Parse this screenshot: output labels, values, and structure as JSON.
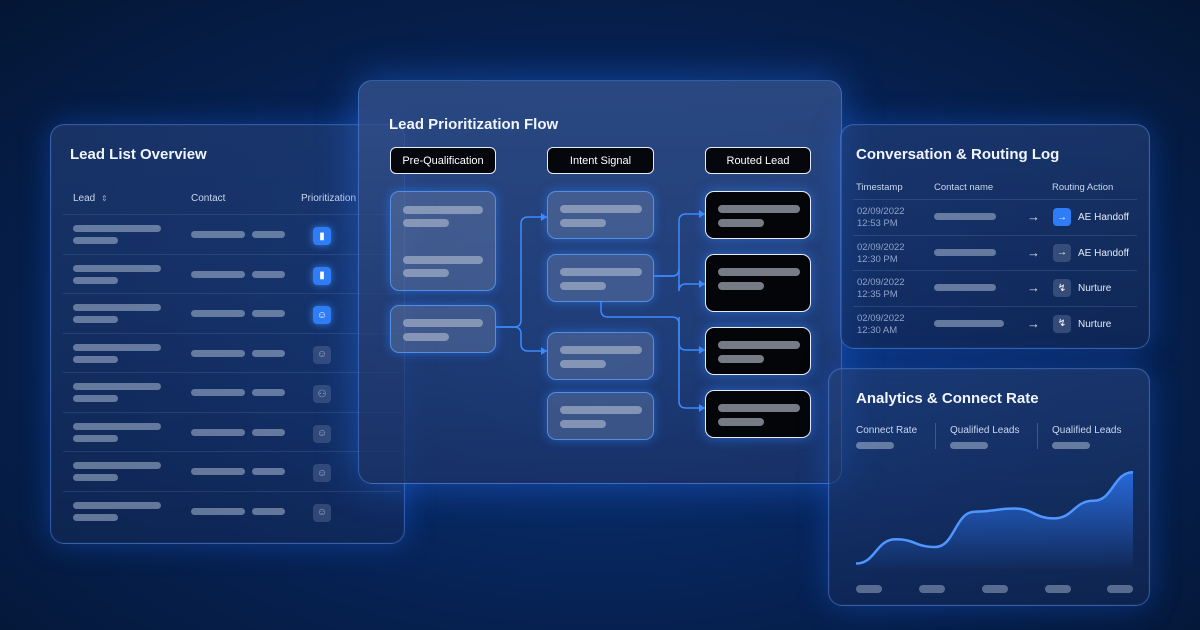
{
  "lead_list": {
    "title": "Lead List Overview",
    "columns": [
      "Lead",
      "Contact",
      "Prioritization"
    ],
    "sort_icon": "sort-arrows-icon",
    "rows": [
      {
        "priority_icon": "bar-chart-icon",
        "active": true
      },
      {
        "priority_icon": "bar-chart-icon",
        "active": true
      },
      {
        "priority_icon": "person-icon",
        "active": true
      },
      {
        "priority_icon": "person-icon",
        "active": false
      },
      {
        "priority_icon": "group-icon",
        "active": false
      },
      {
        "priority_icon": "person-icon",
        "active": false
      },
      {
        "priority_icon": "person-icon",
        "active": false
      },
      {
        "priority_icon": "person-icon",
        "active": false
      }
    ]
  },
  "flow": {
    "title": "Lead Prioritization Flow",
    "stages": [
      "Pre-Qualification",
      "Intent Signal",
      "Routed Lead"
    ]
  },
  "routing_log": {
    "title": "Conversation & Routing Log",
    "columns": [
      "Timestamp",
      "Contact name",
      "Routing Action"
    ],
    "rows": [
      {
        "date": "02/09/2022",
        "time": "12:53 PM",
        "action": "AE Handoff",
        "icon": "arrow-right-icon",
        "highlight": true
      },
      {
        "date": "02/09/2022",
        "time": "12:30 PM",
        "action": "AE Handoff",
        "icon": "arrow-right-icon",
        "highlight": false
      },
      {
        "date": "02/09/2022",
        "time": "12:35 PM",
        "action": "Nurture",
        "icon": "nurture-icon",
        "highlight": false
      },
      {
        "date": "02/09/2022",
        "time": "12:30 AM",
        "action": "Nurture",
        "icon": "nurture-icon",
        "highlight": false
      }
    ]
  },
  "analytics": {
    "title": "Analytics & Connect Rate",
    "metrics": [
      "Connect Rate",
      "Qualified Leads",
      "Qualified Leads"
    ],
    "chart_data": {
      "type": "area",
      "series": [
        {
          "values": [
            0.05,
            0.27,
            0.2,
            0.52,
            0.55,
            0.46,
            0.62,
            0.88
          ]
        }
      ]
    }
  },
  "colors": {
    "accent": "#2f7df6",
    "background": "#06204f"
  }
}
